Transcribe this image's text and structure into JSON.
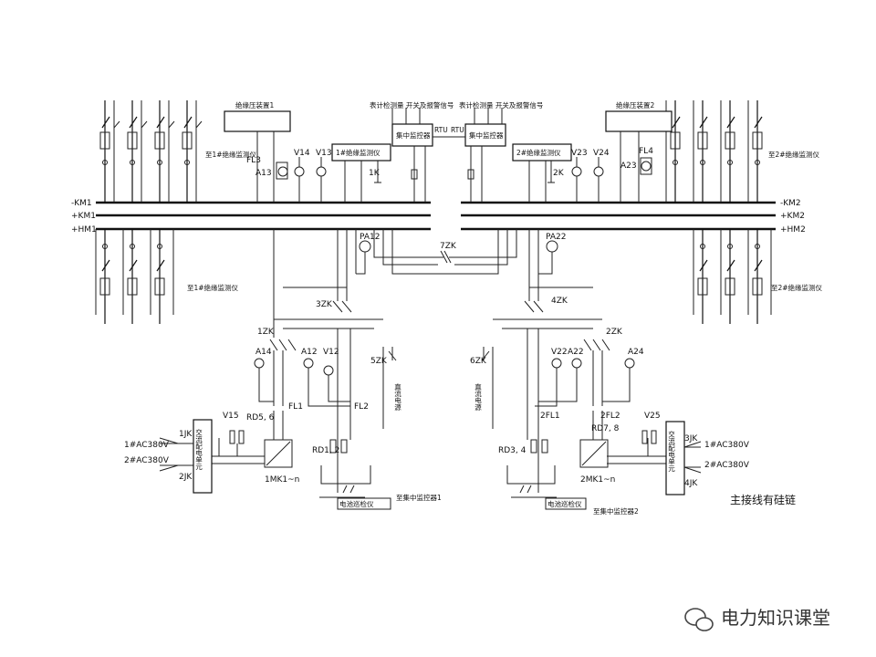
{
  "buses": {
    "left": [
      "-KM1",
      "+KM1",
      "+HM1"
    ],
    "right": [
      "-KM2",
      "+KM2",
      "+HM2"
    ]
  },
  "boxes": {
    "voltage_left": "绝缘压装置1",
    "voltage_right": "绝缘压装置2",
    "insul_left": "1#绝缘监测仪",
    "insul_right": "2#绝缘监测仪",
    "central_left": "集中监控器",
    "central_right": "集中监控器",
    "signal_left": "表计检测量 开关及报警信号",
    "signal_right": "表计检测量 开关及报警信号",
    "rtu_left": "RTU",
    "rtu_right": "RTU"
  },
  "notes": {
    "to_left_upper": "至1#绝缘监测仪",
    "to_left_lower": "至1#绝缘监测仪",
    "to_right_upper": "至2#绝缘监测仪",
    "to_right_lower": "至2#绝缘监测仪",
    "to_central_1": "至集中监控器1",
    "to_central_2": "至集中监控器2",
    "battery_left": "电池巡检仪",
    "battery_right": "电池巡检仪",
    "ac_unit_left": "交流配电单元",
    "ac_unit_right": "交流配电单元",
    "dc_sys_left": "直流电源",
    "dc_sys_right": "直流电源"
  },
  "labels": {
    "fl3": "FL3",
    "fl4": "FL4",
    "a13": "A13",
    "a23": "A23",
    "v14": "V14",
    "v13": "V13",
    "v23": "V23",
    "v24": "V24",
    "k1": "1K",
    "k2": "2K",
    "pa12": "PA12",
    "pa22": "PA22",
    "zk7": "7ZK",
    "zk3": "3ZK",
    "zk4": "4ZK",
    "zk1": "1ZK",
    "zk2": "2ZK",
    "zk5": "5ZK",
    "zk6": "6ZK",
    "a14": "A14",
    "a12": "A12",
    "v12": "V12",
    "a22": "A22",
    "v22": "V22",
    "a24": "A24",
    "v15": "V15",
    "v25": "V25",
    "rd56": "RD5, 6",
    "rd78": "RD7, 8",
    "fl1": "FL1",
    "fl2": "FL2",
    "fl1b": "2FL1",
    "fl2b": "2FL2",
    "rd12": "RD1, 2",
    "rd34": "RD3, 4",
    "jk1": "1JK",
    "jk2": "2JK",
    "jk3": "3JK",
    "jk4": "4JK",
    "ac1": "1#AC380V",
    "ac2": "2#AC380V",
    "ac3": "1#AC380V",
    "ac4": "2#AC380V",
    "mk1": "1MK1~n",
    "mk2": "2MK1~n"
  },
  "caption": "主接线有硅链",
  "watermark": "电力知识课堂"
}
